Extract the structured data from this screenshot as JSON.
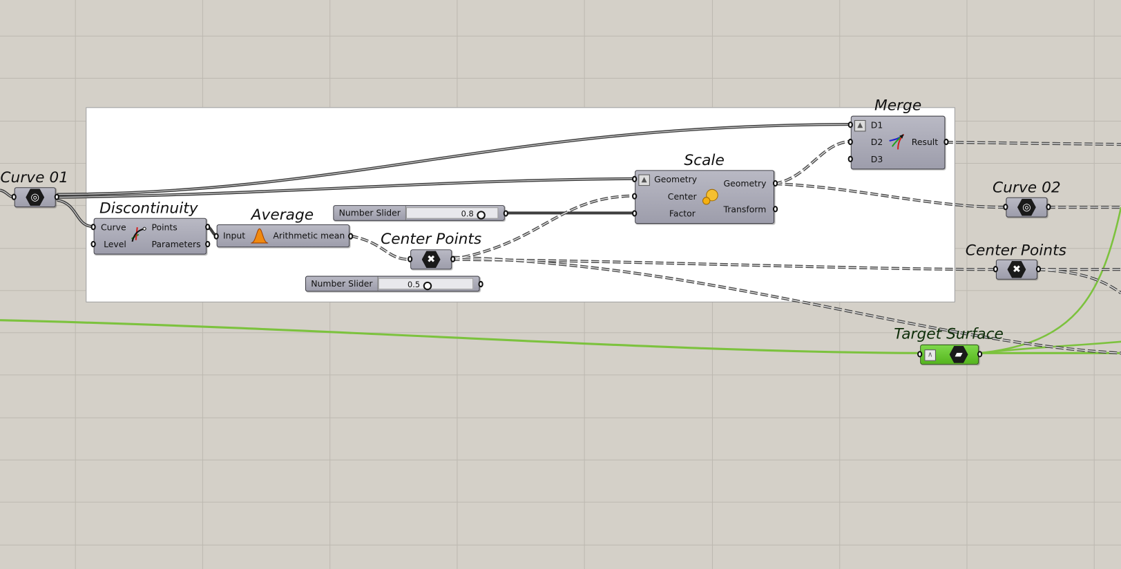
{
  "canvas": {
    "background": "#d4d0c8",
    "wire_color": "#4a4a4a",
    "green_wire": "#7cc23e"
  },
  "nodes": {
    "curve01": {
      "title": "Curve 01",
      "icon": "curve-param-icon"
    },
    "discontinuity": {
      "title": "Discontinuity",
      "inputs": [
        "Curve",
        "Level"
      ],
      "outputs": [
        "Points",
        "Parameters"
      ],
      "icon": "discontinuity-icon"
    },
    "average": {
      "title": "Average",
      "inputs": [
        "Input"
      ],
      "outputs": [
        "Arithmetic mean"
      ],
      "icon": "bell-curve-icon"
    },
    "slider1": {
      "label": "Number Slider",
      "value": "0.8"
    },
    "slider2": {
      "label": "Number Slider",
      "value": "0.5"
    },
    "center_points_inner": {
      "title": "Center Points",
      "icon": "point-param-icon"
    },
    "scale": {
      "title": "Scale",
      "inputs": [
        "Geometry",
        "Center",
        "Factor"
      ],
      "outputs": [
        "Geometry",
        "Transform"
      ],
      "icon": "scale-icon"
    },
    "merge": {
      "title": "Merge",
      "inputs": [
        "D1",
        "D2",
        "D3"
      ],
      "outputs": [
        "Result"
      ],
      "icon": "merge-icon"
    },
    "curve02": {
      "title": "Curve 02",
      "icon": "curve-param-icon"
    },
    "center_points_outer": {
      "title": "Center Points",
      "icon": "point-param-icon"
    },
    "target_surface": {
      "title": "Target Surface",
      "icon": "surface-param-icon"
    }
  }
}
